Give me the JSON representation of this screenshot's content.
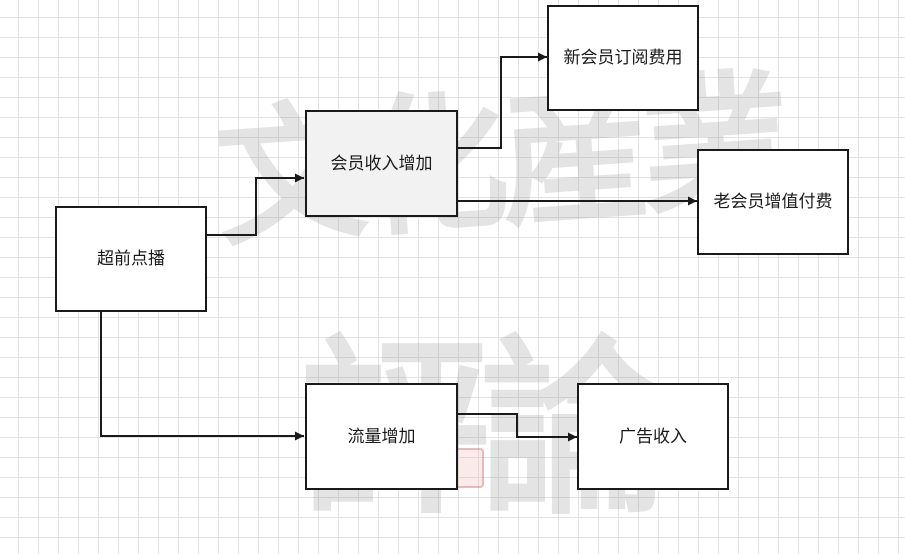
{
  "diagram": {
    "nodes": {
      "root": "超前点播",
      "member_income": "会员收入增加",
      "new_member_fee": "新会员订阅费用",
      "old_member_fee": "老会员增值付费",
      "traffic": "流量增加",
      "ad_income": "广告收入"
    },
    "edges": [
      {
        "from": "超前点播",
        "to": "会员收入增加"
      },
      {
        "from": "会员收入增加",
        "to": "新会员订阅费用"
      },
      {
        "from": "会员收入增加",
        "to": "老会员增值付费"
      },
      {
        "from": "超前点播",
        "to": "流量增加"
      },
      {
        "from": "流量增加",
        "to": "广告收入"
      }
    ]
  },
  "watermark": {
    "line1": "文化産業",
    "line2": "評論"
  },
  "colors": {
    "grid": "#e3e3e3",
    "line": "#1a1a1a",
    "box_fill_gray": "#f2f2f2",
    "box_fill_white": "#ffffff"
  }
}
